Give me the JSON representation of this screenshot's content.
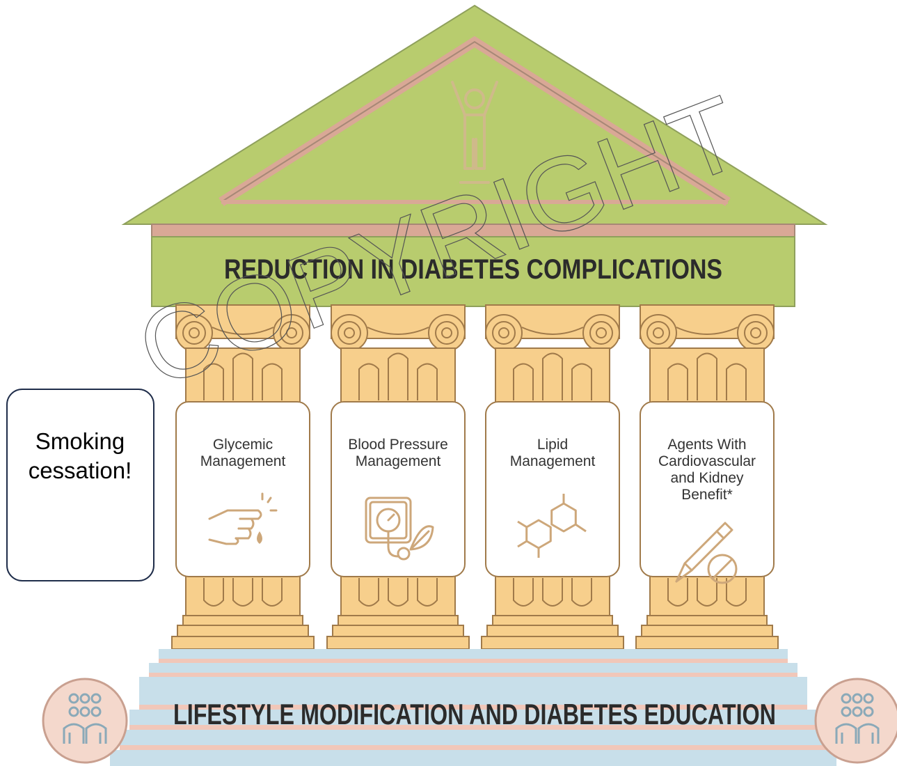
{
  "roof": {
    "title": "REDUCTION IN DIABETES COMPLICATIONS",
    "icon": "person-raised-arms-icon"
  },
  "pillars": [
    {
      "lines": [
        "Glycemic",
        "Management"
      ],
      "icon": "finger-glucose-test-icon"
    },
    {
      "lines": [
        "Blood Pressure",
        "Management"
      ],
      "icon": "blood-pressure-gauge-icon"
    },
    {
      "lines": [
        "Lipid",
        "Management"
      ],
      "icon": "molecule-icon"
    },
    {
      "lines": [
        "Agents With",
        "Cardiovascular",
        "and Kidney",
        "Benefit*"
      ],
      "icon": "pen-injector-pill-icon"
    }
  ],
  "base": {
    "title": "LIFESTYLE MODIFICATION AND DIABETES EDUCATION",
    "icon": "people-group-icon"
  },
  "callout": {
    "lines": [
      "Smoking",
      "cessation!"
    ]
  },
  "watermark": "COPYRIGHT",
  "colors": {
    "roof_green": "#b8cc6e",
    "roof_trim": "#d9a896",
    "pillar_gold": "#f7cf8c",
    "step_blue": "#c8dfea",
    "step_pink": "#f1c7b9",
    "text_dark": "#2b2b2b"
  }
}
